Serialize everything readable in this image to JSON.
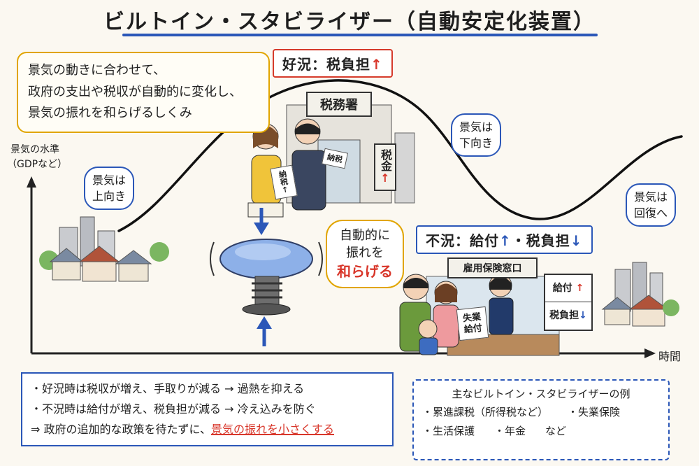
{
  "title": "ビルトイン・スタビライザー（自動安定化装置）",
  "intro": [
    "景気の動きに合わせて、",
    "政府の支出や税収が自動的に変化し、",
    "景気の振れを和らげるしくみ"
  ],
  "boom_label": {
    "text": "好況：税負担",
    "arrow": "↑"
  },
  "recession_label": {
    "part1": "不況：給付",
    "arrow1": "↑",
    "part2": "・税負担",
    "arrow2": "↓"
  },
  "axis": {
    "y_line1": "景気の水準",
    "y_line2": "（GDPなど）",
    "x": "時間"
  },
  "speech": {
    "up_line1": "景気は",
    "up_line2": "上向き",
    "down_line1": "景気は",
    "down_line2": "下向き",
    "recovery_line1": "景気は",
    "recovery_line2": "回復へ",
    "smooth_line1": "自動的に",
    "smooth_line2": "振れを",
    "smooth_line3": "和らげる"
  },
  "signs": {
    "tax_office": "税務署",
    "tax_money": "税金",
    "tax_money_arrow": "↑",
    "employment_office": "雇用保険窓口",
    "benefit": "給付",
    "benefit_arrow": "↑",
    "tax_burden": "税負担",
    "tax_burden_arrow": "↓"
  },
  "papers": {
    "tax_payment1": "納税",
    "tax_payment1_arrow": "↑",
    "tax_payment2": "納税",
    "unemployment1": "失業",
    "unemployment2": "給付"
  },
  "summary": {
    "line1": "・好況時は税収が増え、手取りが減る → 過熱を抑える",
    "line2": "・不況時は給付が増え、税負担が減る → 冷え込みを防ぐ",
    "line3_prefix": "⇒ 政府の追加的な政策を待たずに、",
    "line3_highlight": "景気の振れを小さくする"
  },
  "examples": {
    "heading": "主なビルトイン・スタビライザーの例",
    "item1": "・累進課税（所得税など）",
    "item2": "・失業保険",
    "item3": "・生活保護",
    "item4": "・年金",
    "item5": "など"
  },
  "colors": {
    "accent_blue": "#2b57b8",
    "accent_red": "#d63b2b",
    "accent_yellow": "#e1a500"
  }
}
